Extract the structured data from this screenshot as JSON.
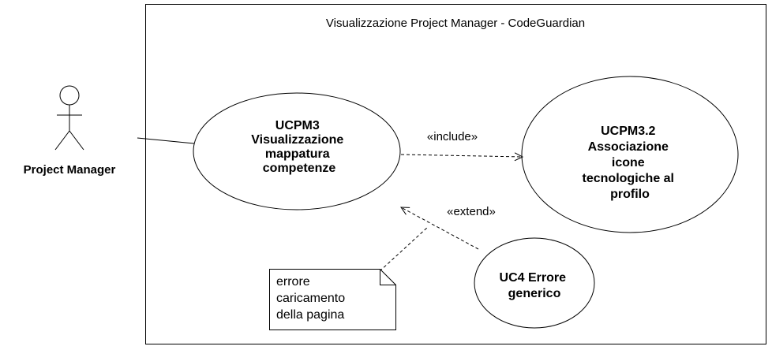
{
  "system": {
    "title": "Visualizzazione Project Manager - CodeGuardian"
  },
  "actor": {
    "name": "Project Manager",
    "icon": "stick-figure-actor-icon"
  },
  "use_cases": {
    "ucpm3": {
      "lines": [
        "UCPM3",
        "Visualizzazione",
        "mappatura",
        "competenze"
      ]
    },
    "ucpm3_2": {
      "lines": [
        "UCPM3.2",
        "Associazione",
        "icone",
        "tecnologiche al",
        "profilo"
      ]
    },
    "uc4": {
      "lines": [
        "UC4 Errore",
        "generico"
      ]
    }
  },
  "relations": {
    "include_label": "«include»",
    "extend_label": "«extend»"
  },
  "note": {
    "lines": [
      "errore",
      "caricamento",
      "della pagina"
    ]
  },
  "colors": {
    "stroke": "#000000",
    "background": "#ffffff"
  }
}
